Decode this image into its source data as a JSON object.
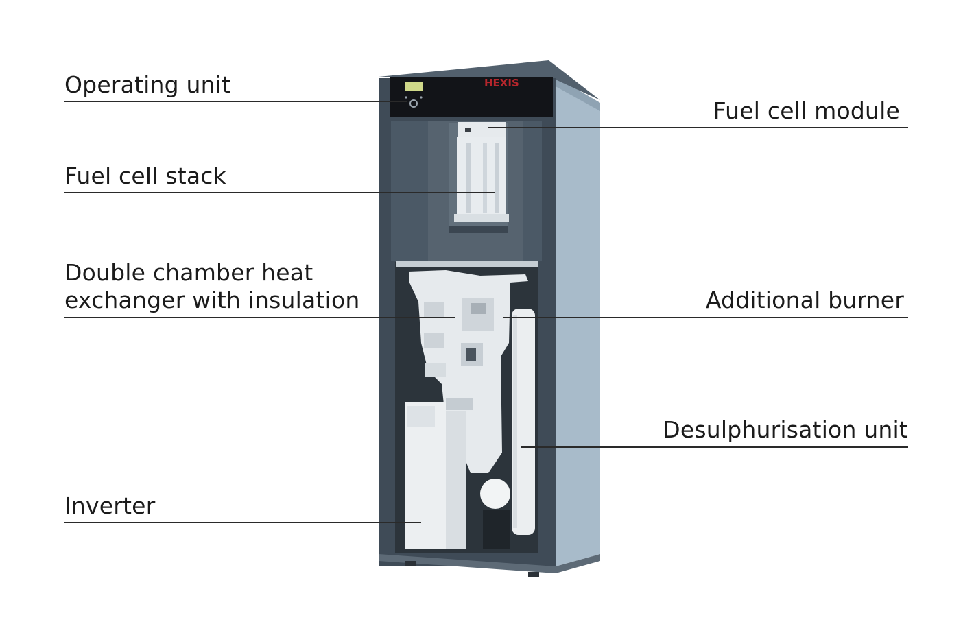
{
  "diagram": {
    "brand_logo": "HEXIS",
    "colors": {
      "cabinet_dark": "#3e4a56",
      "cabinet_side": "#a9bccb",
      "interior_white": "#e9edf0",
      "logo_red": "#b5262c",
      "leader_line": "#2a2a2a"
    },
    "labels_left": [
      {
        "id": "operating-unit",
        "lines": [
          "Operating unit"
        ]
      },
      {
        "id": "fuel-cell-stack",
        "lines": [
          "Fuel cell stack"
        ]
      },
      {
        "id": "heat-exchanger",
        "lines": [
          "Double chamber heat",
          "exchanger with insulation"
        ]
      },
      {
        "id": "inverter",
        "lines": [
          "Inverter"
        ]
      }
    ],
    "labels_right": [
      {
        "id": "fuel-cell-module",
        "lines": [
          "Fuel cell module"
        ]
      },
      {
        "id": "additional-burner",
        "lines": [
          "Additional burner"
        ]
      },
      {
        "id": "desulphurisation-unit",
        "lines": [
          "Desulphurisation unit"
        ]
      }
    ]
  }
}
